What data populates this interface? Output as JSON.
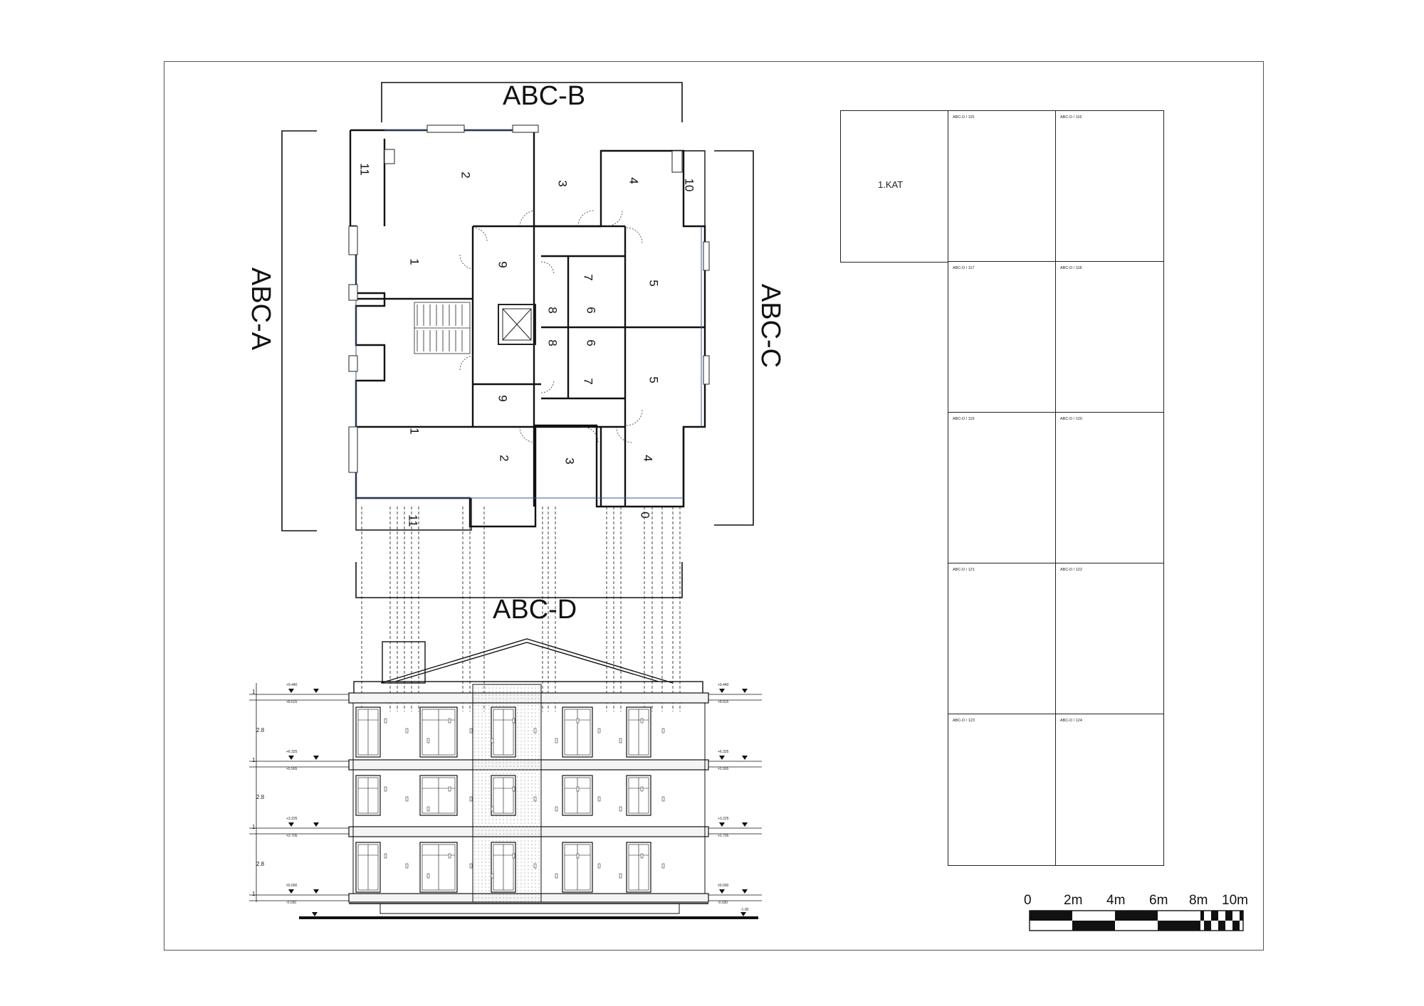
{
  "facades": {
    "north": "ABC-B",
    "west": "ABC-A",
    "east": "ABC-C",
    "south": "ABC-D"
  },
  "rooms_upper": [
    {
      "num": "11"
    },
    {
      "num": "2"
    },
    {
      "num": "3"
    },
    {
      "num": "4"
    },
    {
      "num": "10"
    },
    {
      "num": "1"
    },
    {
      "num": "9"
    },
    {
      "num": "7"
    },
    {
      "num": "5"
    },
    {
      "num": "8"
    },
    {
      "num": "6"
    }
  ],
  "rooms_lower": [
    {
      "num": "8"
    },
    {
      "num": "6"
    },
    {
      "num": "7"
    },
    {
      "num": "5"
    },
    {
      "num": "9"
    },
    {
      "num": "1"
    },
    {
      "num": "2"
    },
    {
      "num": "3"
    },
    {
      "num": "4"
    },
    {
      "num": "11"
    },
    {
      "num": "0"
    }
  ],
  "key_plan": {
    "floor_label": "1.KAT",
    "cells": [
      "ABC-D / 115",
      "ABC-D / 116",
      "ABC-D / 117",
      "ABC-D / 118",
      "ABC-D / 119",
      "ABC-D / 120",
      "ABC-D / 121",
      "ABC-D / 122",
      "ABC-D / 123",
      "ABC-D / 124"
    ]
  },
  "elevation": {
    "story_heights": [
      "1",
      "2.8",
      "1",
      "2.8",
      "1",
      "2.8",
      "1"
    ],
    "levels_left": [
      "+9.440",
      "+8.625",
      "+6.325",
      "+5.565",
      "+3.225",
      "+2.705",
      "±0.000",
      "-0.030"
    ],
    "levels_right": [
      "+9.440",
      "+8.625",
      "+6.325",
      "+5.565",
      "+3.225",
      "+2.705",
      "±0.000",
      "-0.030",
      "-1.00"
    ]
  },
  "scale_bar": {
    "labels": [
      "0",
      "2m",
      "4m",
      "6m",
      "8m",
      "10m"
    ]
  }
}
